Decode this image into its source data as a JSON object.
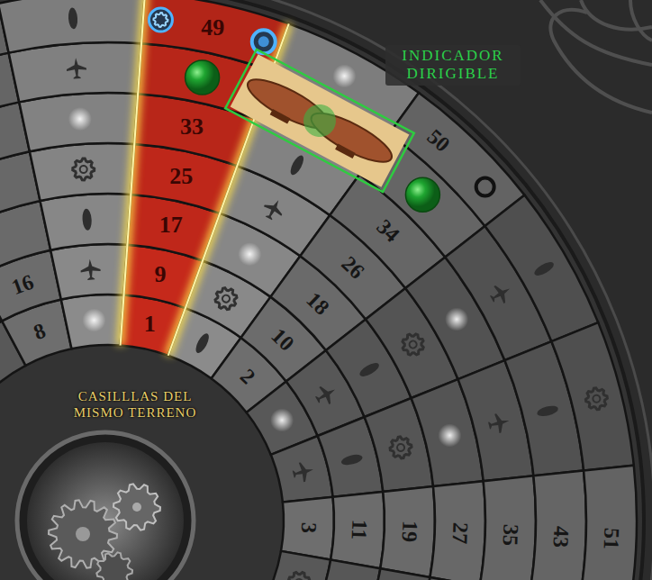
{
  "diagram": {
    "nodes": [
      {
        "text": [
          "INDICADOR DIRIGIBLE"
        ]
      },
      {
        "text": [
          "CASILLLAS DEL MISMO TERRENO"
        ]
      }
    ],
    "labels": [
      "49",
      "33",
      "25",
      "17",
      "9",
      "1",
      "50",
      "34",
      "26",
      "18",
      "10",
      "2",
      "16",
      "8",
      "3",
      "11",
      "19",
      "27",
      "35",
      "43",
      "51"
    ]
  }
}
